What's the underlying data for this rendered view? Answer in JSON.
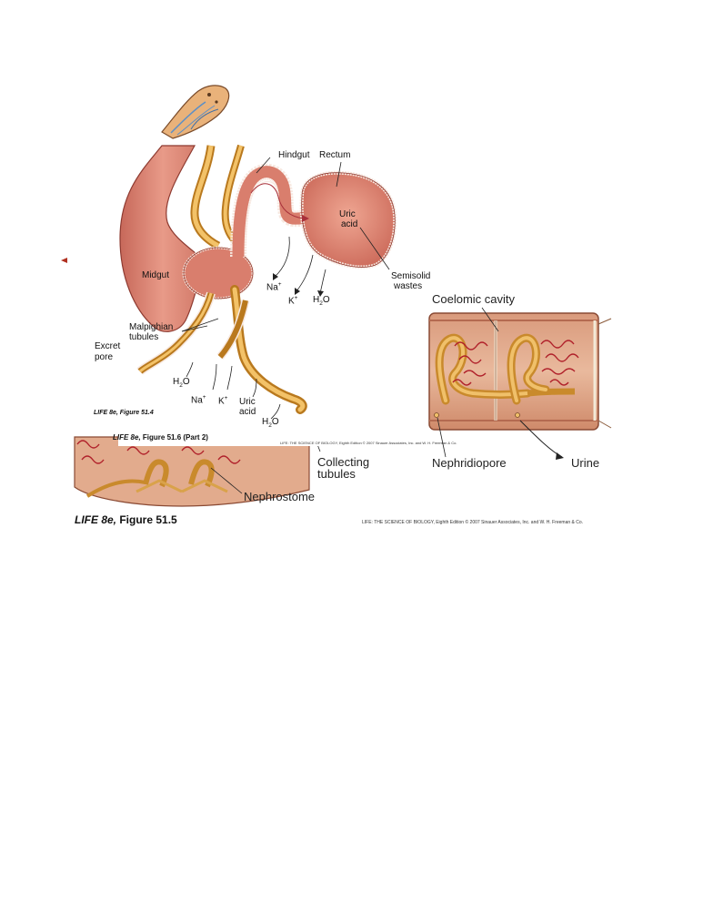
{
  "insect_figure": {
    "labels": {
      "hindgut": "Hindgut",
      "rectum": "Rectum",
      "uric_acid_rectum_1": "Uric",
      "uric_acid_rectum_2": "acid",
      "midgut": "Midgut",
      "malpighian_1": "Malpighian",
      "malpighian_2": "tubules",
      "semisolid_1": "Semisolid",
      "semisolid_2": "wastes",
      "excretory_1": "Excret",
      "excretory_2": "pore",
      "uric_acid_tubule_1": "Uric",
      "uric_acid_tubule_2": "acid"
    },
    "ions": {
      "na_top": {
        "base": "Na",
        "sup": "+"
      },
      "k_top": {
        "base": "K",
        "sup": "+"
      },
      "h2o_top": {
        "pre": "H",
        "sub": "2",
        "post": "O"
      },
      "h2o_left": {
        "pre": "H",
        "sub": "2",
        "post": "O"
      },
      "na_bottom": {
        "base": "Na",
        "sup": "+"
      },
      "k_bottom": {
        "base": "K",
        "sup": "+"
      },
      "h2o_bottom": {
        "pre": "H",
        "sub": "2",
        "post": "O"
      }
    },
    "caption_514": "LIFE 8e, Figure 51.4",
    "caption_516_prefix": "LIFE 8e,",
    "caption_516_suffix": " Figure 51.6 (Part 2)",
    "credit": "LIFE: THE SCIENCE OF BIOLOGY, Eighth Edition  © 2007 Sinauer Associates, Inc. and W. H. Freeman & Co."
  },
  "earthworm_figure": {
    "labels": {
      "coelomic_cavity": "Coelomic cavity",
      "collecting_1": "Collecting",
      "collecting_2": "tubules",
      "nephridiopore": "Nephridiopore",
      "urine": "Urine",
      "nephrostome": "Nephrostome"
    },
    "caption_prefix": "LIFE 8e,",
    "caption_suffix": " Figure 51.5",
    "credit": "LIFE: THE SCIENCE OF BIOLOGY, Eighth Edition  © 2007 Sinauer Associates, Inc. and W. H. Freeman & Co."
  }
}
